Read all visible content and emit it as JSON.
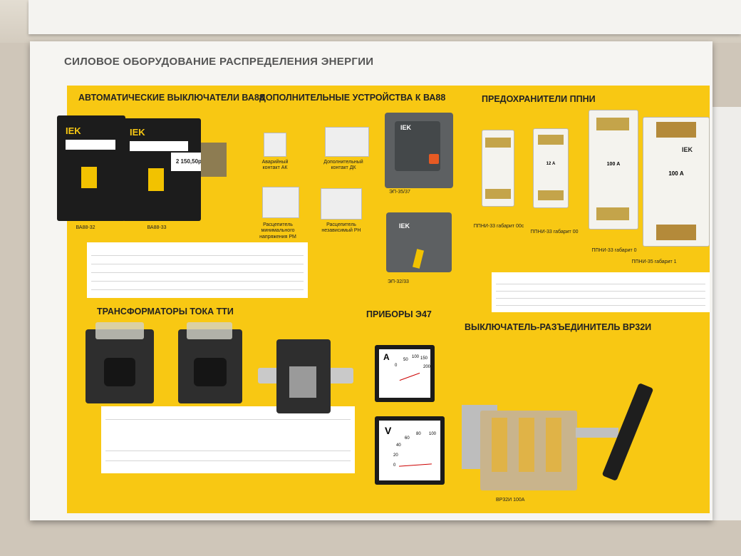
{
  "board": {
    "title": "СИЛОВОЕ ОБОРУДОВАНИЕ РАСПРЕДЕЛЕНИЯ ЭНЕРГИИ"
  },
  "sections": {
    "breakers": "АВТОМАТИЧЕСКИЕ ВЫКЛЮЧАТЕЛИ ВА88",
    "accessories": "ДОПОЛНИТЕЛЬНЫЕ УСТРОЙСТВА К ВА88",
    "fuses": "ПРЕДОХРАНИТЕЛИ ППНИ",
    "transformers": "ТРАНСФОРМАТОРЫ ТОКА ТТИ",
    "meters": "ПРИБОРЫ Э47",
    "switch": "ВЫКЛЮЧАТЕЛЬ-РАЗЪЕДИНИТЕЛЬ ВР32И"
  },
  "breakers": {
    "labels": [
      "ВА88-32",
      "ВА88-33"
    ],
    "price": "2 150,50р."
  },
  "accessories": {
    "ak": "Аварийный контакт АК",
    "dk": "Дополнительный контакт ДК",
    "rm": "Расцепитель минимального напряжения РМ",
    "rn": "Расцепитель независимый РН",
    "ep1": "ЭП-35/37",
    "ep2": "ЭП-32/33"
  },
  "fuses": {
    "labels": [
      "ППНИ-33 габарит 00с",
      "ППНИ-33 габарит 00",
      "ППНИ-33 габарит 0",
      "ППНИ-35 габарит 1"
    ],
    "ratings": [
      "",
      "12 А",
      "100 А",
      "100 А"
    ]
  },
  "meters": {
    "ammeter": {
      "symbol": "A",
      "scale": [
        "0",
        "50",
        "100",
        "150",
        "200"
      ]
    },
    "voltmeter": {
      "symbol": "V",
      "scale": [
        "0",
        "20",
        "40",
        "60",
        "80",
        "100"
      ]
    }
  },
  "switch": {
    "label": "ВР32И 100А"
  },
  "brand": "IEK"
}
